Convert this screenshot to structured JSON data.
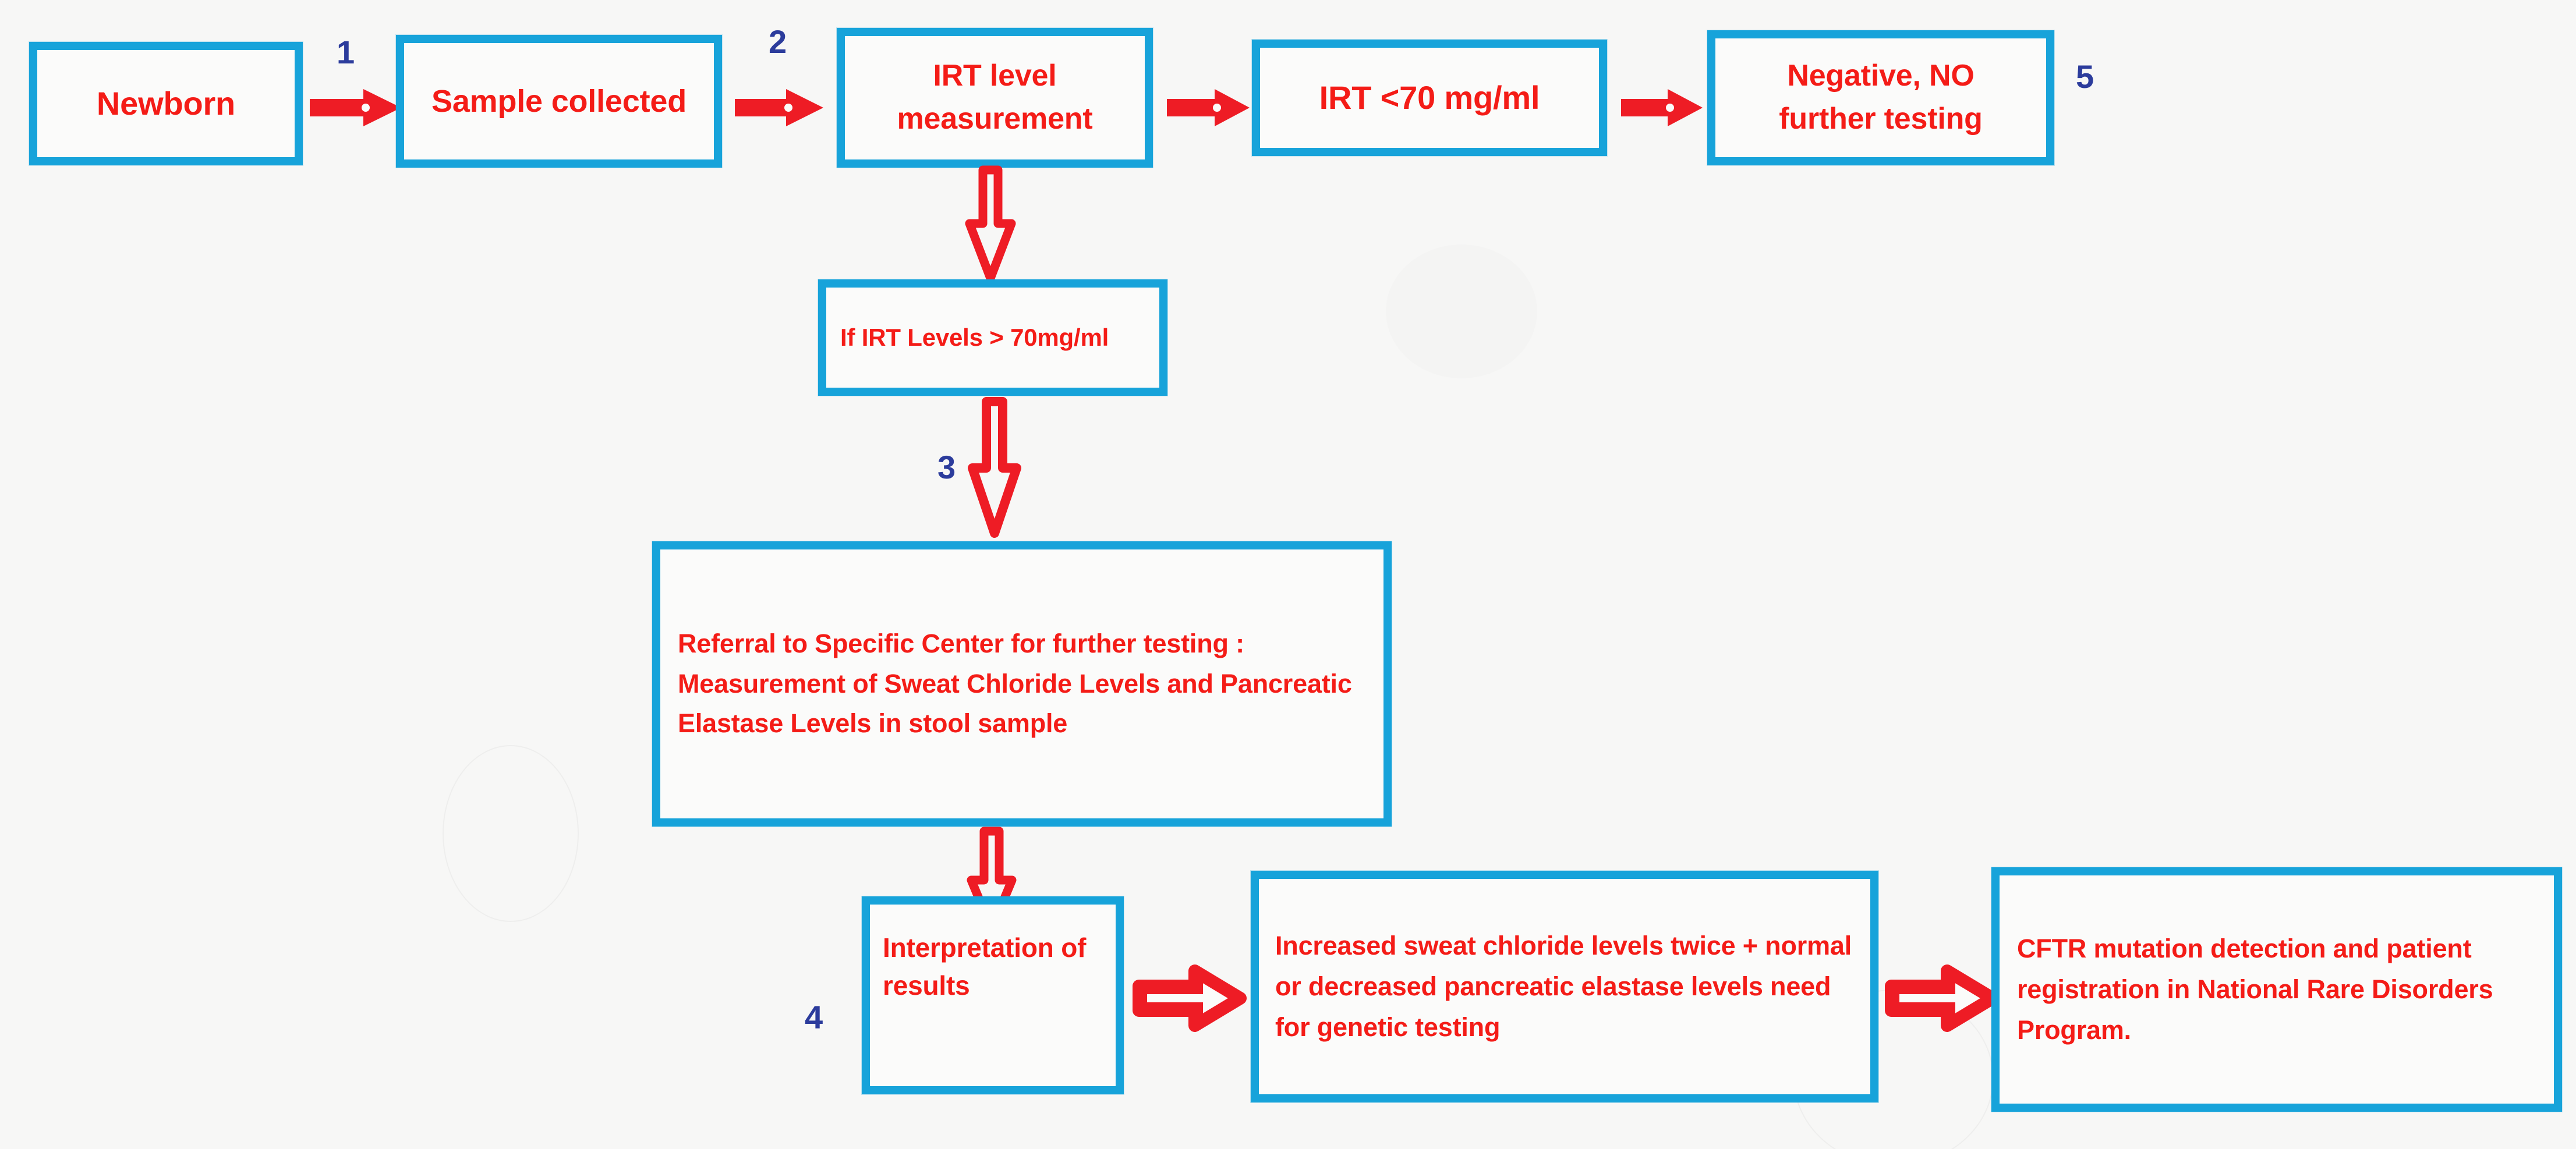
{
  "diagram": {
    "title": "Newborn screening flowchart for cystic fibrosis",
    "background_color": "#f7f7f6",
    "box_border_color": "#17a3da",
    "box_fill_color": "#fbfbfa",
    "text_color": "#f41c17",
    "step_number_color": "#2c3c9c",
    "arrow_color": "#ee1c25"
  },
  "nodes": {
    "newborn": {
      "label": "Newborn"
    },
    "sample_collected": {
      "label": "Sample collected"
    },
    "irt_level_measurement": {
      "label": "IRT level\nmeasurement",
      "line1": "IRT level",
      "line2": "measurement"
    },
    "irt_below_70": {
      "label": "IRT <70 mg/ml"
    },
    "negative_no_further_testing": {
      "label": "Negative, NO\nfurther testing",
      "line1": "Negative, NO",
      "line2": "further testing"
    },
    "if_irt_above_70": {
      "label": "If IRT Levels > 70mg/ml"
    },
    "referral": {
      "label": "Referral to Specific Center for further testing : Measurement of Sweat Chloride Levels and Pancreatic Elastase Levels in stool sample"
    },
    "interpretation_of_results": {
      "label": "Interpretation of results"
    },
    "increased_sweat_chloride": {
      "label": "Increased sweat chloride levels twice + normal or decreased pancreatic elastase levels need for genetic testing"
    },
    "cftr_mutation": {
      "label": "CFTR mutation detection and patient registration in National Rare Disorders Program."
    }
  },
  "step_numbers": {
    "one": "1",
    "two": "2",
    "three": "3",
    "four": "4",
    "five": "5"
  },
  "flow": {
    "edges": [
      {
        "from": "newborn",
        "to": "sample_collected",
        "step": "1",
        "style": "solid-right-arrow"
      },
      {
        "from": "sample_collected",
        "to": "irt_level_measurement",
        "step": "2",
        "style": "solid-right-arrow"
      },
      {
        "from": "irt_level_measurement",
        "to": "irt_below_70",
        "step": "",
        "style": "solid-right-arrow"
      },
      {
        "from": "irt_below_70",
        "to": "negative_no_further_testing",
        "step": "5",
        "style": "solid-right-arrow"
      },
      {
        "from": "irt_level_measurement",
        "to": "if_irt_above_70",
        "step": "",
        "style": "hollow-down-arrow"
      },
      {
        "from": "if_irt_above_70",
        "to": "referral",
        "step": "3",
        "style": "hollow-down-arrow"
      },
      {
        "from": "referral",
        "to": "interpretation_of_results",
        "step": "4",
        "style": "hollow-down-arrow"
      },
      {
        "from": "interpretation_of_results",
        "to": "increased_sweat_chloride",
        "step": "",
        "style": "hollow-right-arrow"
      },
      {
        "from": "increased_sweat_chloride",
        "to": "cftr_mutation",
        "step": "",
        "style": "hollow-right-arrow"
      }
    ]
  }
}
